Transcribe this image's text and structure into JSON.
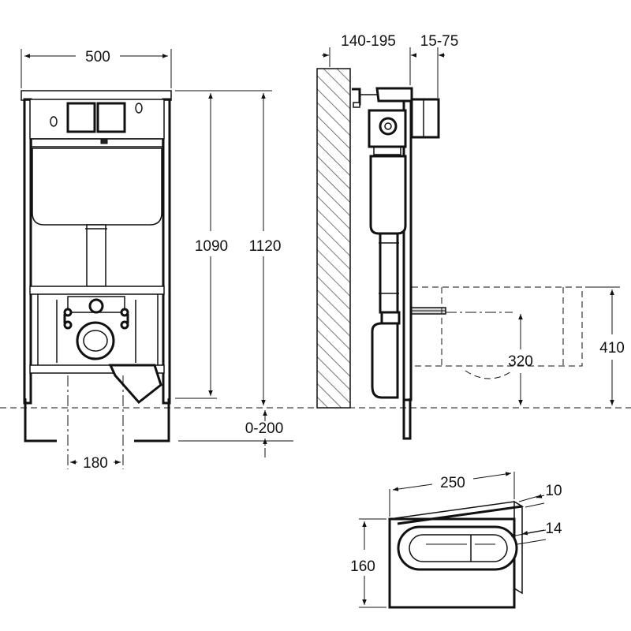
{
  "dimensions": {
    "frame_width": "500",
    "inner_height": "1090",
    "total_height": "1120",
    "leg_adjust": "0-200",
    "bolt_spacing": "180",
    "wall_distance": "140-195",
    "flush_depth": "15-75",
    "outlet_height": "320",
    "bowl_height": "410",
    "plate_width": "250",
    "plate_height": "160",
    "plate_depth": "10",
    "button_depth": "14"
  },
  "colors": {
    "line": "#111111",
    "hatch": "#555555",
    "background": "#ffffff"
  },
  "icons": [
    "arrow-head-icon"
  ]
}
